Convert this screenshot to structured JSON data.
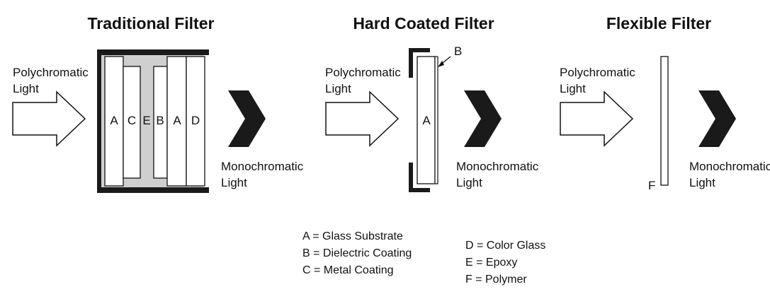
{
  "panels": {
    "traditional": {
      "title": "Traditional Filter",
      "input_label": [
        "Polychromatic",
        "Light"
      ],
      "output_label": [
        "Monochromatic",
        "Light"
      ],
      "layers": [
        "A",
        "C",
        "E",
        "B",
        "A",
        "D"
      ]
    },
    "hard_coated": {
      "title": "Hard Coated Filter",
      "input_label": [
        "Polychromatic",
        "Light"
      ],
      "output_label": [
        "Monochromatic",
        "Light"
      ],
      "layer_label": "A",
      "pointer_label": "B"
    },
    "flexible": {
      "title": "Flexible Filter",
      "input_label": [
        "Polychromatic",
        "Light"
      ],
      "output_label": [
        "Monochromatic",
        "Light"
      ],
      "film_label": "F"
    }
  },
  "legend": {
    "col1": [
      "A = Glass Substrate",
      "B = Dielectric Coating",
      "C = Metal Coating"
    ],
    "col2": [
      "D = Color Glass",
      "E = Epoxy",
      "F = Polymer"
    ]
  },
  "colors": {
    "epoxy_fill": "#cfcfcf",
    "ink": "#111111",
    "housing": "#1a1a1a"
  }
}
